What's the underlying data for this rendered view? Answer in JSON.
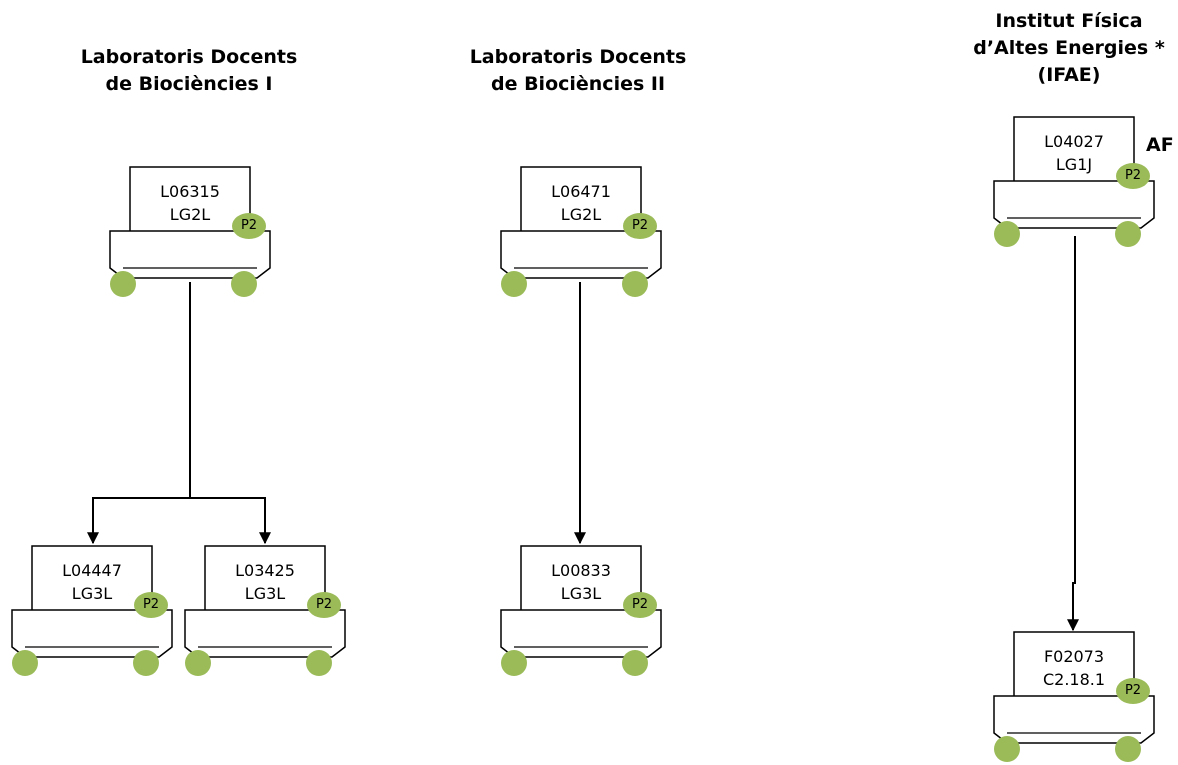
{
  "groups": [
    {
      "title_lines": [
        "Laboratoris Docents",
        "de Biociències I"
      ]
    },
    {
      "title_lines": [
        "Laboratoris Docents",
        "de Biociències II"
      ]
    },
    {
      "title_lines": [
        "Institut Física",
        "d’Altes Energies *",
        "(IFAE)"
      ],
      "tag": "AF"
    }
  ],
  "nodes": [
    {
      "id": "n1",
      "line1": "L06315",
      "line2": "LG2L",
      "badge": "P2"
    },
    {
      "id": "n2",
      "line1": "L04447",
      "line2": "LG3L",
      "badge": "P2"
    },
    {
      "id": "n3",
      "line1": "L03425",
      "line2": "LG3L",
      "badge": "P2"
    },
    {
      "id": "n4",
      "line1": "L06471",
      "line2": "LG2L",
      "badge": "P2"
    },
    {
      "id": "n5",
      "line1": "L00833",
      "line2": "LG3L",
      "badge": "P2"
    },
    {
      "id": "n6",
      "line1": "L04027",
      "line2": "LG1J",
      "badge": "P2"
    },
    {
      "id": "n7",
      "line1": "F02073",
      "line2": "C2.18.1",
      "badge": "P2"
    }
  ],
  "edges": [
    {
      "from": "n1",
      "to": "n2"
    },
    {
      "from": "n1",
      "to": "n3"
    },
    {
      "from": "n4",
      "to": "n5"
    },
    {
      "from": "n6",
      "to": "n7"
    }
  ],
  "colors": {
    "badge": "#9bbb59",
    "line": "#000000",
    "fill": "#ffffff"
  },
  "icons": {
    "node": "printer-icon"
  }
}
